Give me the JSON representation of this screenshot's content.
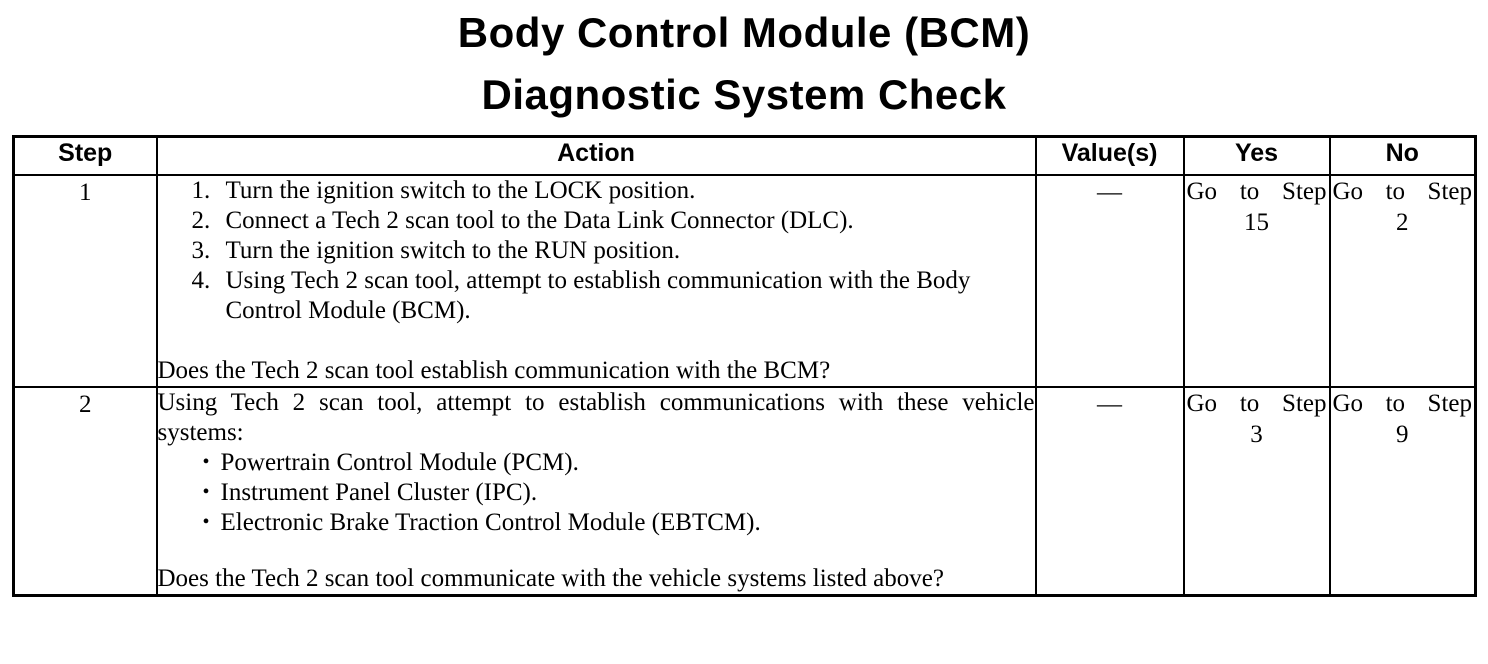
{
  "document": {
    "title_lines": [
      "Body Control Module (BCM)",
      "Diagnostic System Check"
    ]
  },
  "table": {
    "headers": {
      "step": "Step",
      "action": "Action",
      "value": "Value(s)",
      "yes": "Yes",
      "no": "No"
    },
    "rows": [
      {
        "step": "1",
        "action": {
          "numbered_items": [
            "Turn the ignition switch to the LOCK position.",
            "Connect a Tech 2 scan tool to the Data Link Connector (DLC).",
            "Turn the ignition switch to the RUN position.",
            "Using Tech 2 scan tool, attempt to establish communication with the Body Control Module (BCM)."
          ],
          "question": "Does the Tech 2 scan tool establish communication with the BCM?"
        },
        "value": "—",
        "yes": {
          "label": "Go to Step",
          "number": "15"
        },
        "no": {
          "label": "Go to Step",
          "number": "2"
        }
      },
      {
        "step": "2",
        "action": {
          "lead": "Using Tech 2 scan tool, attempt to establish communications with these vehicle systems:",
          "bullet_items": [
            "Powertrain Control Module (PCM).",
            "Instrument Panel Cluster (IPC).",
            "Electronic Brake Traction Control Module (EBTCM)."
          ],
          "question": "Does the Tech 2 scan tool communicate with the vehicle systems listed above?"
        },
        "value": "—",
        "yes": {
          "label": "Go to Step",
          "number": "3"
        },
        "no": {
          "label": "Go to Step",
          "number": "9"
        }
      }
    ]
  },
  "colors": {
    "ink": "#000000",
    "paper": "#ffffff"
  }
}
